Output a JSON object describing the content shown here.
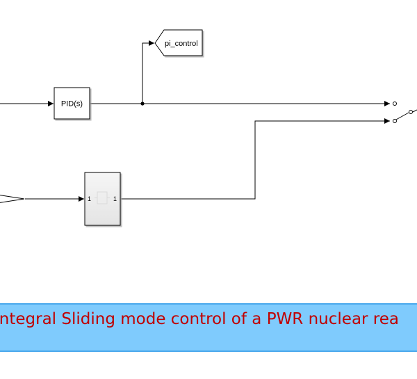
{
  "colors": {
    "banner_background": "#7fcbfd",
    "banner_border": "#4aa8ec",
    "banner_text": "#c00000",
    "line": "#000000",
    "block_fill": "#ffffff",
    "subsystem_fill": "#eeeeee"
  },
  "blocks": {
    "pid": {
      "label": "PID(s)"
    },
    "goto": {
      "tag": "pi_control"
    },
    "subsystem": {
      "in_port": "1",
      "out_port": "1"
    },
    "gain": {
      "label": ""
    }
  },
  "banner": {
    "title": "Integral Sliding mode control of a PWR nuclear rea"
  }
}
